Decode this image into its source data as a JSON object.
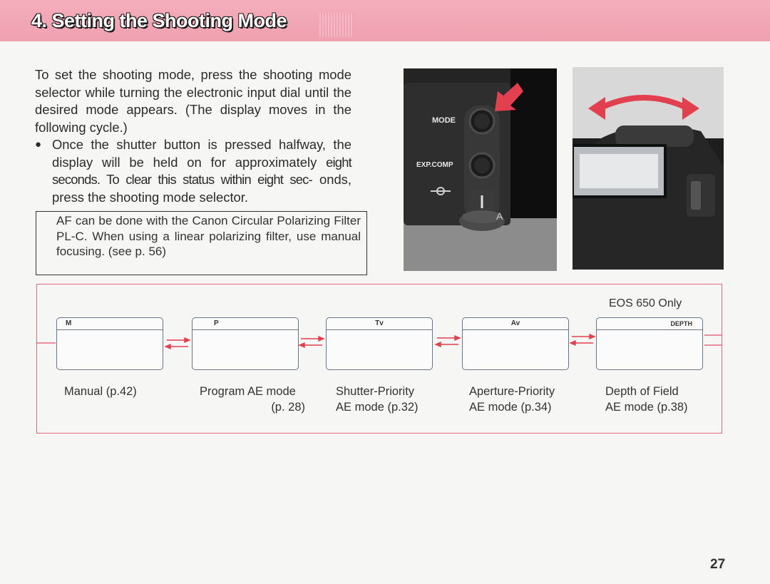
{
  "header": {
    "title": "4. Setting the Shooting Mode"
  },
  "body": {
    "paragraph": "To set the shooting mode, press the shooting mode selector while turning the electronic input dial until the desired mode appears. (The display moves in the following cycle.)",
    "bullet_part1": "Once the shutter button is pressed halfway, the display will be held on for approximately",
    "bullet_part2": "eight seconds. To clear this status within eight sec-",
    "bullet_part3": "onds, press the shooting mode selector."
  },
  "note": {
    "text": "AF can be done with the Canon Circular Polarizing Filter PL-C. When using a linear polarizing filter, use manual focusing. (see p. 56)"
  },
  "photo_left": {
    "mode_label": "MODE",
    "exp_comp_label": "EXP.COMP",
    "dial_label": "A"
  },
  "modes": {
    "eos_note": "EOS 650 Only",
    "items": [
      {
        "display": "M",
        "caption_line1": "Manual (p.42)",
        "caption_line2": ""
      },
      {
        "display": "P",
        "caption_line1": "Program AE mode",
        "caption_line2": "(p. 28)"
      },
      {
        "display": "Tv",
        "caption_line1": "Shutter-Priority",
        "caption_line2": "AE mode (p.32)"
      },
      {
        "display": "Av",
        "caption_line1": "Aperture-Priority",
        "caption_line2": "AE mode (p.34)"
      },
      {
        "display": "DEPTH",
        "caption_line1": "Depth of Field",
        "caption_line2": "AE mode (p.38)"
      }
    ]
  },
  "page_number": "27",
  "colors": {
    "header_band": "#efa0b0",
    "frame_line": "#e46b7f",
    "arrow": "#e2404f"
  }
}
